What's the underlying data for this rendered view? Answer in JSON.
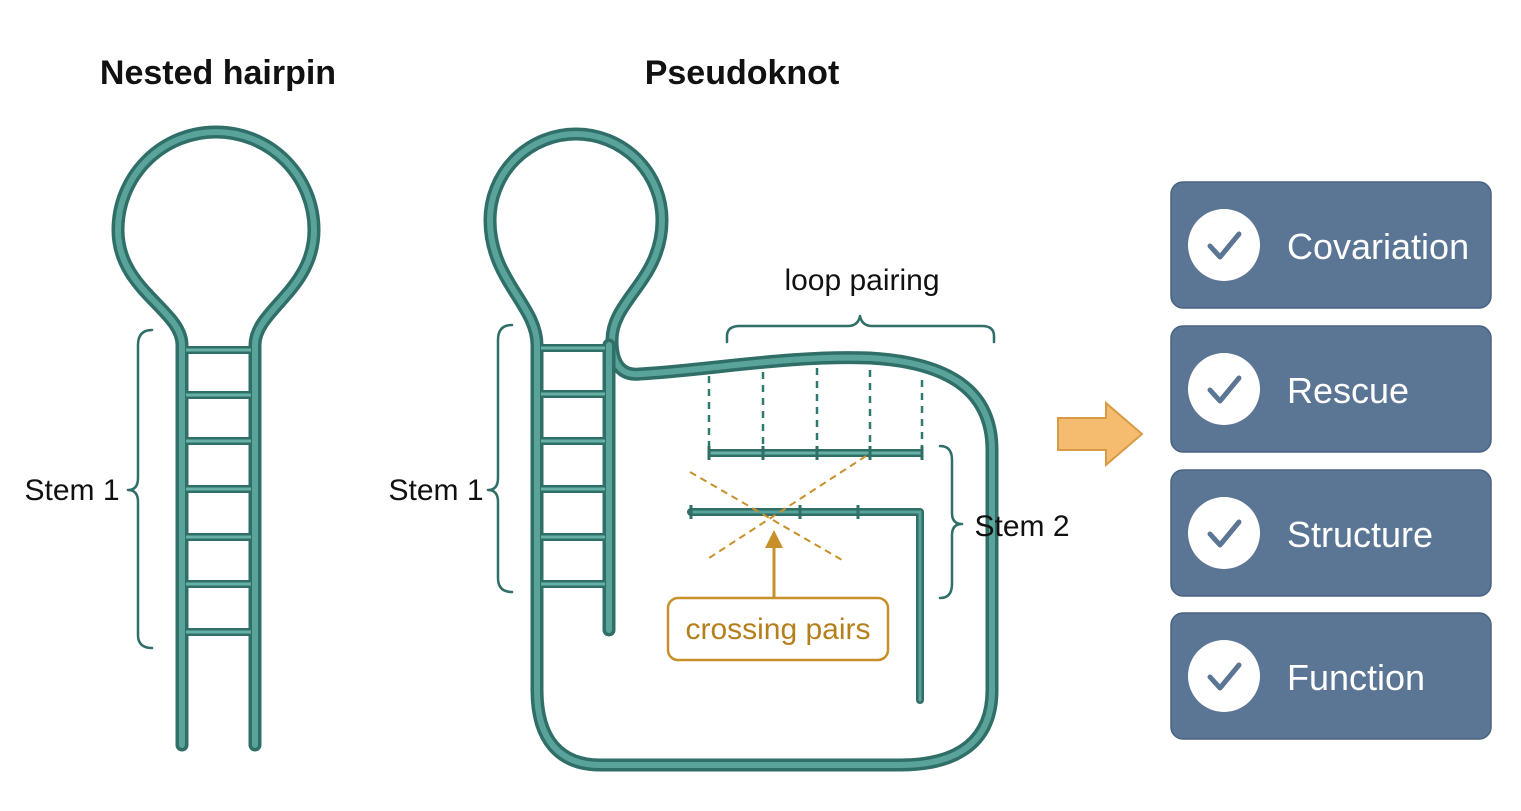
{
  "panels": {
    "nested": {
      "title": "Nested hairpin",
      "stem_label": "Stem 1"
    },
    "pseudoknot": {
      "title": "Pseudoknot",
      "stem1_label": "Stem 1",
      "stem2_label": "Stem 2",
      "loop_label": "loop pairing",
      "callout": "crossing pairs"
    }
  },
  "evidence": {
    "items": [
      {
        "label": "Covariation",
        "icon": "check-icon"
      },
      {
        "label": "Rescue",
        "icon": "check-icon"
      },
      {
        "label": "Structure",
        "icon": "check-icon"
      },
      {
        "label": "Function",
        "icon": "check-icon"
      }
    ]
  },
  "colors": {
    "strand": "#2f6f68",
    "accent": "#c8902a",
    "badge": "#5b7594",
    "arrow": "#f5bb6e"
  }
}
